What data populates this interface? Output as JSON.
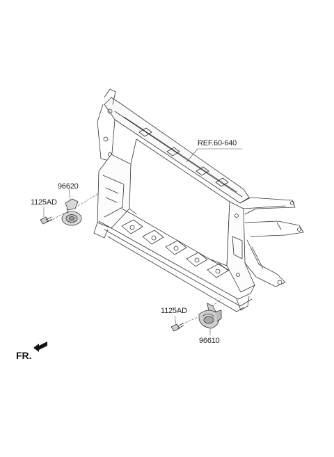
{
  "labels": {
    "ref": "REF.60-640",
    "horn_left_part": "96620",
    "bolt_left": "1125AD",
    "bolt_right": "1125AD",
    "horn_right_part": "96610",
    "direction": "FR."
  },
  "icons": {
    "direction_arrow": "arrow-left-icon"
  }
}
